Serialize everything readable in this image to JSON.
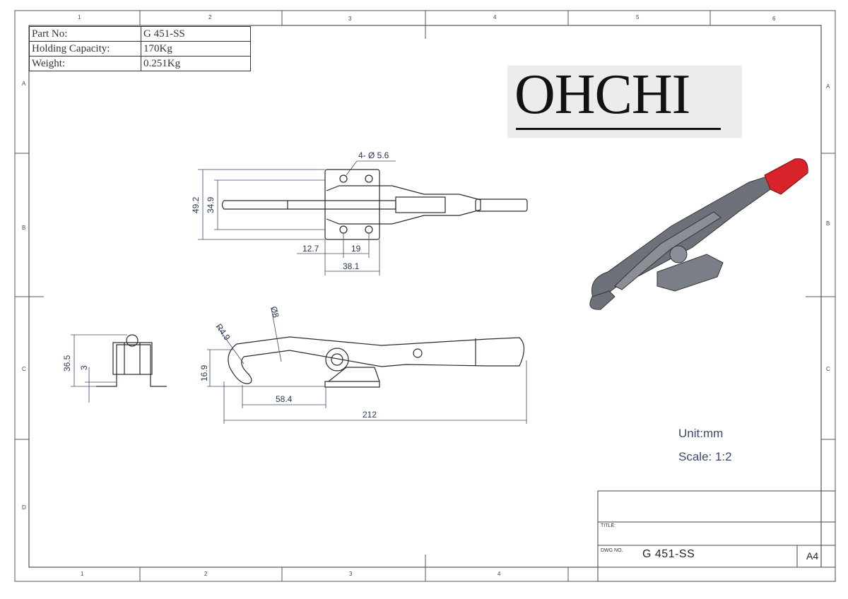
{
  "spec_table": {
    "rows": [
      {
        "label": "Part No:",
        "value": "G   451-SS"
      },
      {
        "label": "Holding Capacity:",
        "value": "170Kg"
      },
      {
        "label": "Weight:",
        "value": "0.251Kg"
      }
    ]
  },
  "logo": {
    "text": "OHCHI"
  },
  "notes": {
    "unit": "Unit:mm",
    "scale": "Scale: 1:2"
  },
  "title_block": {
    "title_label": "TITLE:",
    "dwg_label": "DWG NO.",
    "dwg_no": "G   451-SS",
    "size": "A4"
  },
  "zones": {
    "columns_top": [
      "1",
      "2",
      "3",
      "4",
      "5",
      "6"
    ],
    "columns_bottom": [
      "1",
      "2",
      "3",
      "4"
    ],
    "rows": [
      "A",
      "B",
      "C",
      "D"
    ]
  },
  "dimensions": {
    "holes": "4- Ø 5.6",
    "height_outer": "49.2",
    "height_inner": "34.9",
    "offset_left": "12.7",
    "hole_spacing": "19",
    "base_width": "38.1",
    "radius": "R4.9",
    "rod_dia": "Ø8",
    "side_height": "36.5",
    "plate_thickness": "3",
    "hook_height": "16.9",
    "hook_reach": "58.4",
    "overall_length": "212"
  },
  "colors": {
    "line": "#2a2a2a",
    "dimension": "#3b4a6b",
    "handle": "#d8232a",
    "body": "#5a5e66"
  }
}
